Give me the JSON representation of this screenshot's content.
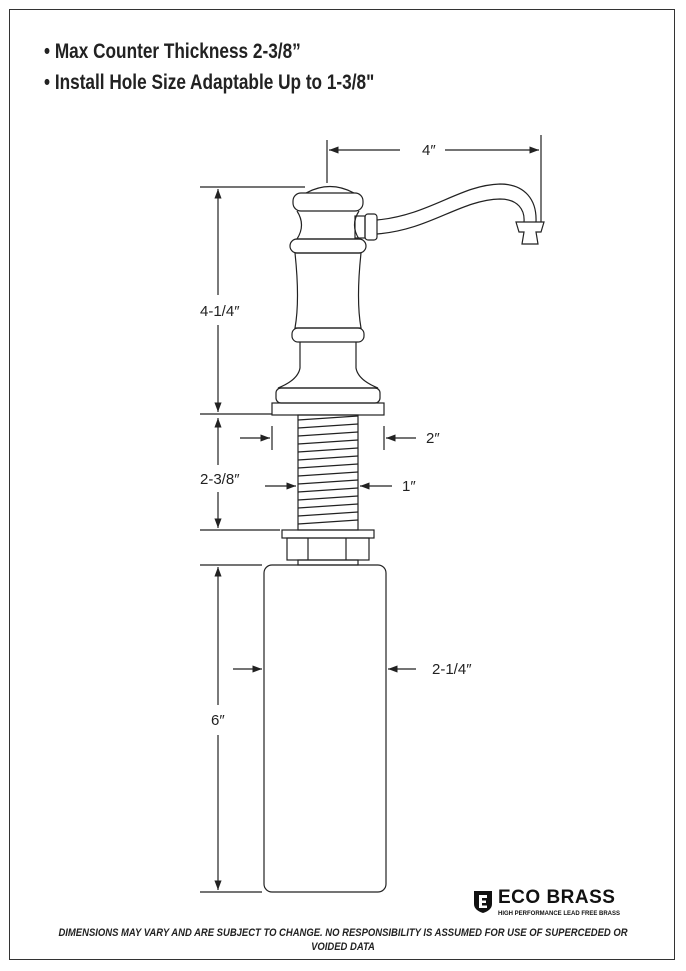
{
  "bullets": [
    "• Max Counter Thickness 2-3/8”",
    "• Install Hole Size Adaptable Up to 1-3/8\""
  ],
  "dimensions": {
    "spout_reach": "4″",
    "head_height": "4-1/4″",
    "flange_diameter": "2″",
    "shank_length": "2-3/8″",
    "shank_diameter": "1″",
    "bottle_height": "6″",
    "bottle_diameter": "2-1/4″"
  },
  "logo": {
    "name": "ECO BRASS",
    "tagline": "HIGH PERFORMANCE LEAD FREE BRASS"
  },
  "footer": "DIMENSIONS MAY VARY AND ARE SUBJECT TO CHANGE. NO RESPONSIBILITY IS ASSUMED FOR USE OF SUPERCEDED OR VOIDED DATA"
}
